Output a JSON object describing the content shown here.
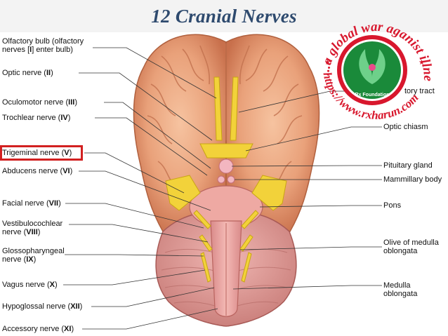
{
  "title": "12 Cranial Nerves",
  "labels_left": [
    {
      "line1": "Olfactory bulb (olfactory",
      "line2_pre": "nerves [",
      "line2_num": "I",
      "line2_post": "] enter bulb)"
    },
    {
      "name": "Optic nerve (",
      "num": "II",
      "post": ")"
    },
    {
      "name": "Oculomotor nerve (",
      "num": "III",
      "post": ")"
    },
    {
      "name": "Trochlear nerve (",
      "num": "IV",
      "post": ")"
    },
    {
      "name": "Trigeminal nerve (",
      "num": "V",
      "post": ")"
    },
    {
      "name": "Abducens nerve (",
      "num": "VI",
      "post": ")"
    },
    {
      "name": "Facial nerve (",
      "num": "VII",
      "post": ")"
    },
    {
      "line1": "Vestibulocochlear",
      "line2_pre": "nerve (",
      "line2_num": "VIII",
      "line2_post": ")"
    },
    {
      "line1": "Glossopharyngeal",
      "line2_pre": "nerve (",
      "line2_num": "IX",
      "line2_post": ")"
    },
    {
      "name": "Vagus nerve (",
      "num": "X",
      "post": ")"
    },
    {
      "name": "Hypoglossal nerve (",
      "num": "XII",
      "post": ")"
    },
    {
      "name": "Accessory nerve (",
      "num": "XI",
      "post": ")"
    }
  ],
  "labels_right": [
    {
      "text": "Optic tract",
      "visible": "tory tract"
    },
    {
      "text": "Optic chiasm"
    },
    {
      "text": "Pituitary gland"
    },
    {
      "text": "Mammillary body"
    },
    {
      "text": "Pons"
    },
    {
      "line1": "Olive of medulla",
      "line2": "oblongata"
    },
    {
      "line1": "Medulla",
      "line2": "oblongata"
    }
  ],
  "watermark": {
    "arc_text": "...a global war aganist illness!",
    "url_text": "https://www.rxharun.com",
    "logo_caption": "Rx Foundation",
    "ring_color": "#d8172d",
    "logo_green": "#1a8a3a"
  },
  "colors": {
    "highlight": "#d22020",
    "title": "#2e4a6e",
    "brain": "#e9a17a",
    "nerve": "#f2d23a"
  }
}
